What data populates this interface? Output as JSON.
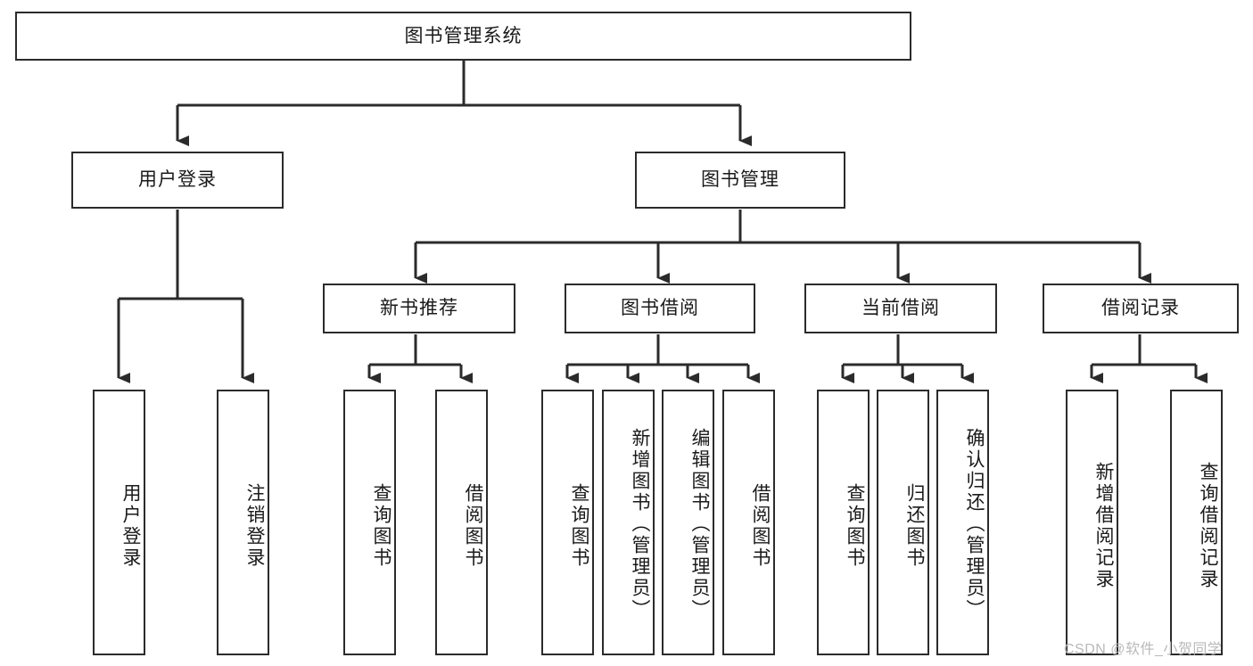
{
  "diagram": {
    "title": "图书管理系统",
    "type": "hierarchy-tree",
    "watermark": "CSDN @软件_小贺同学",
    "colors": {
      "stroke": "#2b2b2b",
      "fill": "#ffffff",
      "text": "#1a1a1a",
      "watermark": "#b9b9b9"
    },
    "nodes": {
      "root": {
        "label": "图书管理系统"
      },
      "level2": [
        {
          "id": "user-login",
          "label": "用户登录"
        },
        {
          "id": "book-manage",
          "label": "图书管理"
        }
      ],
      "level3": [
        {
          "id": "new-book-rec",
          "label": "新书推荐"
        },
        {
          "id": "book-borrow",
          "label": "图书借阅"
        },
        {
          "id": "current-borrow",
          "label": "当前借阅"
        },
        {
          "id": "borrow-record",
          "label": "借阅记录"
        }
      ],
      "leaves": {
        "user_login": [
          {
            "id": "leaf-user-login",
            "label": "用户登录"
          },
          {
            "id": "leaf-user-logout",
            "label": "注销登录"
          }
        ],
        "new_book_rec": [
          {
            "id": "leaf-query-book-1",
            "label": "查询图书"
          },
          {
            "id": "leaf-borrow-book-1",
            "label": "借阅图书"
          }
        ],
        "book_borrow": [
          {
            "id": "leaf-query-book-2",
            "label": "查询图书"
          },
          {
            "id": "leaf-add-book",
            "label": "新增图书（管理员）"
          },
          {
            "id": "leaf-edit-book",
            "label": "编辑图书（管理员）"
          },
          {
            "id": "leaf-borrow-book-2",
            "label": "借阅图书"
          }
        ],
        "current_borrow": [
          {
            "id": "leaf-query-book-3",
            "label": "查询图书"
          },
          {
            "id": "leaf-return-book",
            "label": "归还图书"
          },
          {
            "id": "leaf-confirm-return",
            "label": "确认归还（管理员）"
          }
        ],
        "borrow_record": [
          {
            "id": "leaf-add-record",
            "label": "新增借阅记录"
          },
          {
            "id": "leaf-query-record",
            "label": "查询借阅记录"
          }
        ]
      }
    }
  }
}
